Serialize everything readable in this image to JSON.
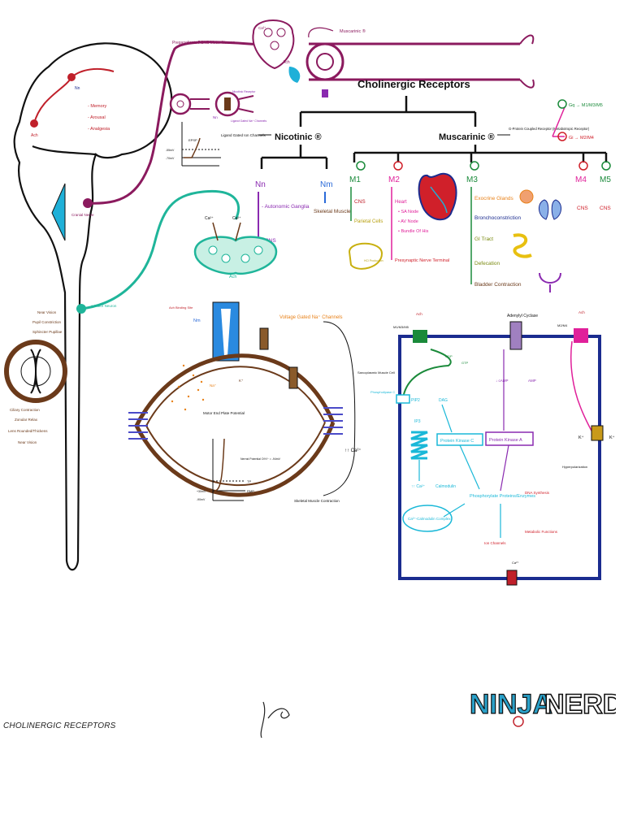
{
  "title": "Cholinergic Receptors",
  "footer_title": "CHOLINERGIC RECEPTORS",
  "signature": "JG",
  "logo": {
    "part1": "NINJA",
    "part2": "NERD"
  },
  "brain": {
    "labels": [
      "- Memory",
      "- Arousal",
      "- Analgesia"
    ],
    "cranial_nerve": "Cranial Nerve",
    "motor_neuron": "α Motor Neuron",
    "nt_small": "Ach",
    "nn_small": "Nn"
  },
  "eye": {
    "top_labels": [
      "Near Vision",
      "Pupil Constriction",
      "Sphincter Pupillae"
    ],
    "bottom_labels": [
      "Ciliary Contraction",
      "Zonular Relax",
      "Lens Rounded/Thickens",
      "Near Vision"
    ]
  },
  "pns": {
    "preganglionic": "Preganglionic PSNS Motor Neuron",
    "muscarinic_r": "Muscarinic ®",
    "ach": "Ach",
    "ca": "Ca²⁺",
    "nn_label": "Nn",
    "ligand_gated": "Ligand Gated Ion Channels",
    "epsp": "EPSP",
    "val1": "-55mV",
    "val2": "-70mV",
    "nicotinic_small": "Nicotinic Receptor",
    "ligand_small": "Ligand Gated Na⁺ Channels"
  },
  "tree": {
    "nicotinic": "Nicotinic ®",
    "muscarinic": "Muscarinic ®",
    "ligand_gated": "Ligand Gated Ion Channels",
    "gpcr": "G-Protein Coupled Receptor (Metabotropic Receptor)",
    "gq": "Gq → M1/M3/M5",
    "gi": "Gi → M2/M4",
    "nn": "Nn",
    "nm": "Nm",
    "nn_items": [
      "- Autonomic Ganglia",
      "- CNS"
    ],
    "nm_items": [
      "Skeletal Muscle"
    ],
    "m1": "M1",
    "m2": "M2",
    "m3": "M3",
    "m4": "M4",
    "m5": "M5",
    "m1_items": [
      "CNS",
      "Parietal Cells",
      "HCl Production"
    ],
    "m2_items": [
      "Heart",
      "• SA Node",
      "• AV Node",
      "• Bundle Of His",
      "Presynaptic Nerve Terminal"
    ],
    "m3_items": [
      "Exocrine Glands",
      "Bronchoconstriction",
      "GI Tract",
      "Defecation",
      "Bladder Contraction"
    ],
    "m4_items": [
      "CNS"
    ],
    "m5_items": [
      "CNS"
    ]
  },
  "nmj": {
    "ca": "Ca²⁺",
    "ach": "Ach",
    "ach_binding": "Ach Binding Site",
    "nm": "Nm",
    "na": "Na⁺",
    "k": "K⁺",
    "vgna": "Voltage Gated Na⁺ Channels",
    "motor_end_plate": "Motor End Plate Potential",
    "sr": "Sarcoplasmic Muscle Cell",
    "ca_up": "↑↑ Ca²⁺",
    "skeletal_contraction": "Skeletal Muscle Contraction",
    "resting": "Nernst Potential Of K⁺ = -94mV",
    "tp": "TP",
    "rmp": "RMP",
    "v1": "+30mV",
    "v2": "-90mV"
  },
  "cell": {
    "adenylyl": "Adenylyl Cyclase",
    "receptors_left": "M1/M3/M5",
    "receptors_right": "M2/M4",
    "ach": "Ach",
    "gdp": "GDP",
    "gtp": "GTP",
    "plc": "Phospholipase C",
    "pip2": "PIP2",
    "dag": "DAG",
    "ip3": "IP3",
    "camp": "↓ cAMP",
    "amp": "AMP",
    "pkc": "Protein Kinase C",
    "pka": "Protein Kinase A",
    "ca_up": "↑↑ Ca²⁺",
    "calmodulin": "Calmodulin",
    "ca_cal": "Ca²⁺-Calmodulin Complex",
    "phospho": "Phosphorylate Proteins/Enzymes",
    "dna": "DNA Synthesis",
    "metabolic": "Metabolic Functions",
    "ion_channels": "Ion Channels",
    "k": "K⁺",
    "hyper": "Hyperpolarization",
    "ca": "Ca²⁺"
  },
  "colors": {
    "maroon": "#8b1a5e",
    "teal": "#1fb59a",
    "brown": "#6b3a1a",
    "navy": "#1b2c8f",
    "green": "#1a8a3a",
    "red": "#d0202a",
    "purple": "#8a2ab0",
    "cyan": "#1ab8d8",
    "orange": "#e8821a",
    "pink": "#e0209a",
    "blue": "#2a6ad8",
    "olive": "#7a8a10"
  }
}
